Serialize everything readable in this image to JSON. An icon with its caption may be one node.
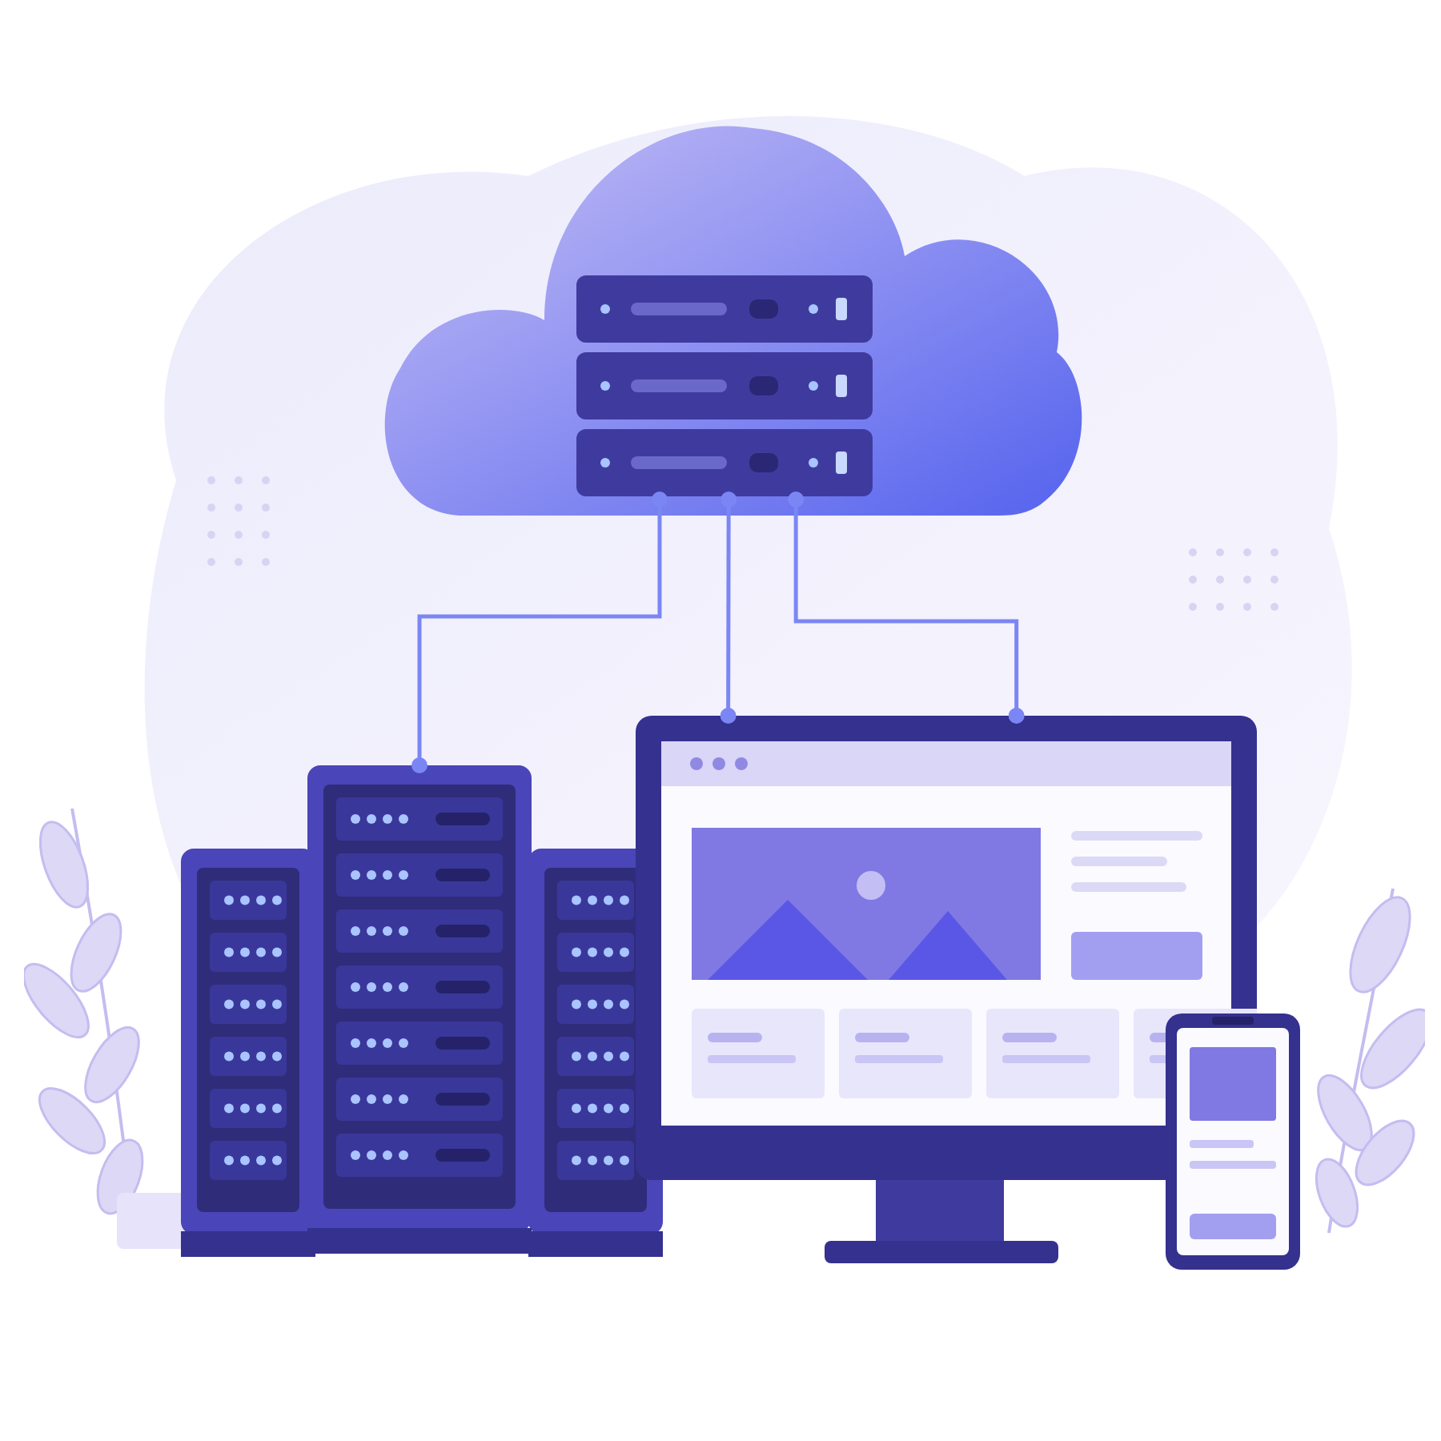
{
  "diagram": {
    "nodes": [
      {
        "text": [],
        "shape": "cloud"
      },
      {
        "text": [],
        "shape": "picture",
        "in": 0
      },
      {
        "text": [],
        "shape": "picture"
      },
      {
        "text": [],
        "shape": "picture"
      }
    ],
    "edges": [
      {
        "from": 1,
        "to": 2,
        "arrow": "other"
      },
      {
        "from": 1,
        "to": 3,
        "arrow": "other"
      },
      {
        "from": 1,
        "to": 3,
        "arrow": "other"
      }
    ]
  }
}
